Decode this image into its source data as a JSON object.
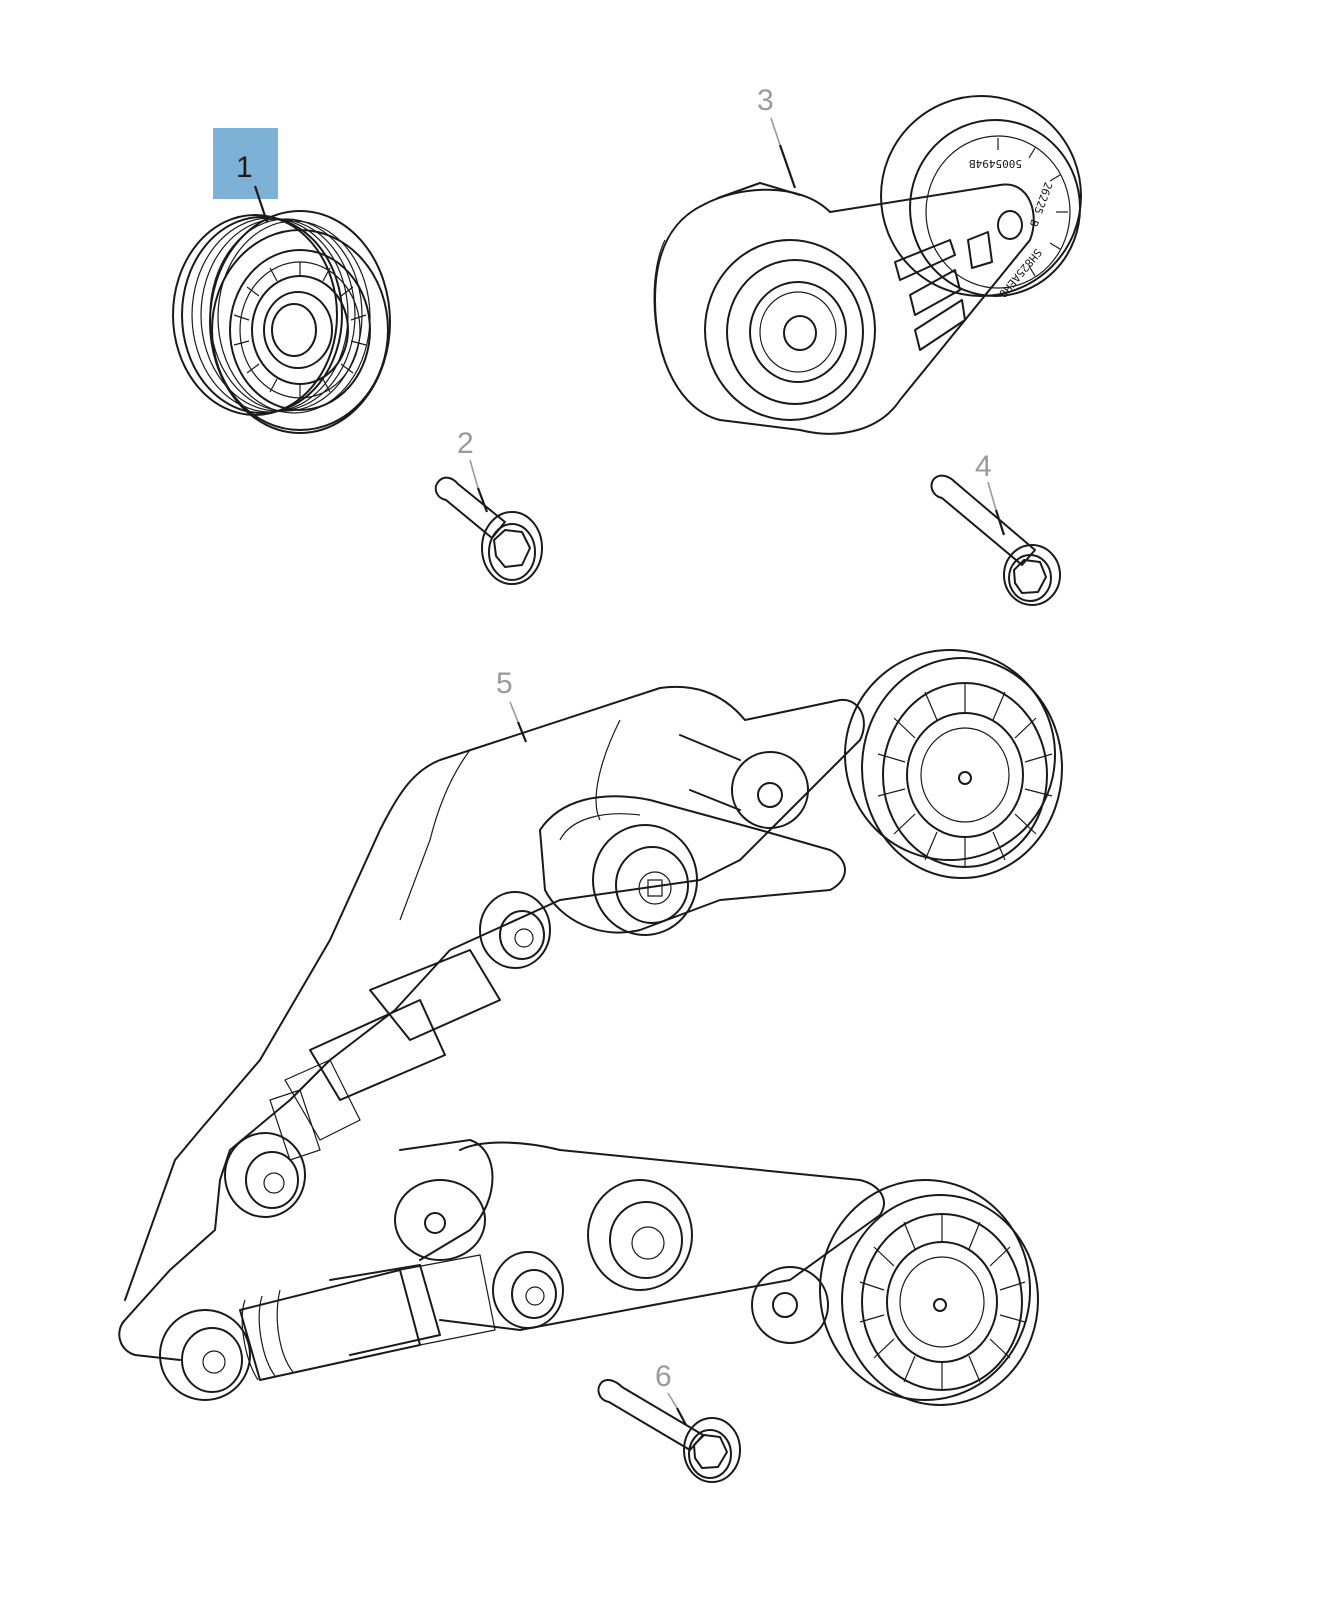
{
  "highlight_color": "#7db1d6",
  "callout_color": "#9a9a9a",
  "callouts": {
    "c1": "1",
    "c2": "2",
    "c3": "3",
    "c4": "4",
    "c5": "5",
    "c6": "6"
  },
  "stamps": {
    "s1": "5005494B",
    "s2": "26225 B",
    "s3": "SH825AEH0"
  }
}
